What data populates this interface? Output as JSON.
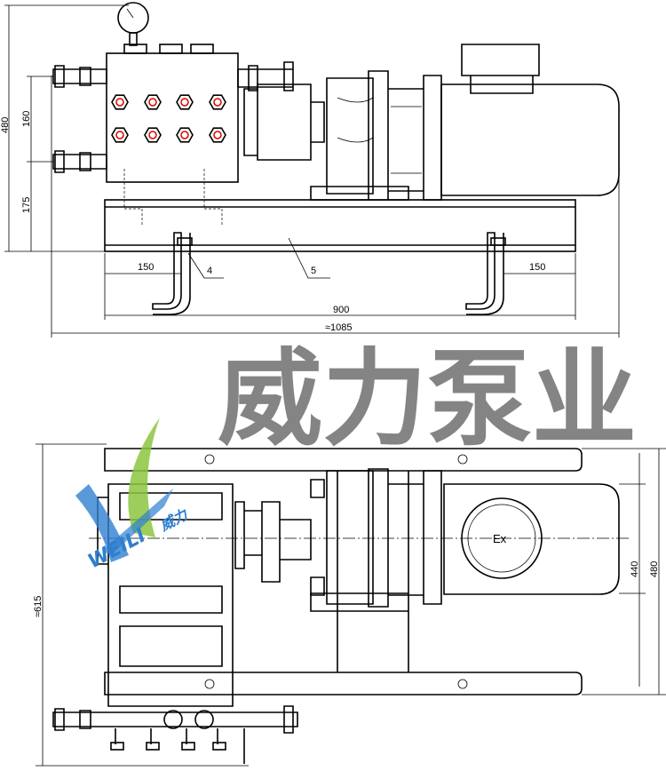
{
  "front_view": {
    "dimensions": {
      "overall_height": "480",
      "inlet_spacing": "160",
      "inlet_height": "175",
      "left_bolt_offset": "150",
      "right_bolt_offset": "150",
      "base_length": "900",
      "overall_length": "≈1085"
    },
    "callouts": {
      "anchor_bolt": "4",
      "base_frame": "5"
    }
  },
  "top_view": {
    "dimensions": {
      "motor_width": "440",
      "base_width": "480",
      "overall_width": "≈615"
    },
    "motor_mark": "Ex"
  },
  "watermark": {
    "text": "威力泵业"
  },
  "logo": {
    "latin": "WEILI",
    "chinese": "威力",
    "colors": {
      "blue": "#2f7fd0",
      "green": "#8cc63f"
    }
  }
}
